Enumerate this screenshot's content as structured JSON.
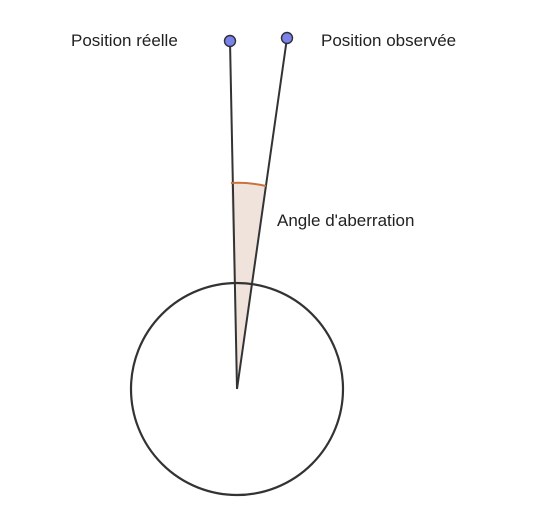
{
  "labels": {
    "real_position": "Position réelle",
    "observed_position": "Position observée",
    "aberration_angle": "Angle d'aberration"
  },
  "colors": {
    "point_fill": "#7b83e8",
    "point_stroke": "#2f2f3a",
    "line": "#333333",
    "circle": "#333333",
    "angle_fill": "#efe3dc",
    "angle_arc": "#c8733f",
    "text": "#222222"
  }
}
